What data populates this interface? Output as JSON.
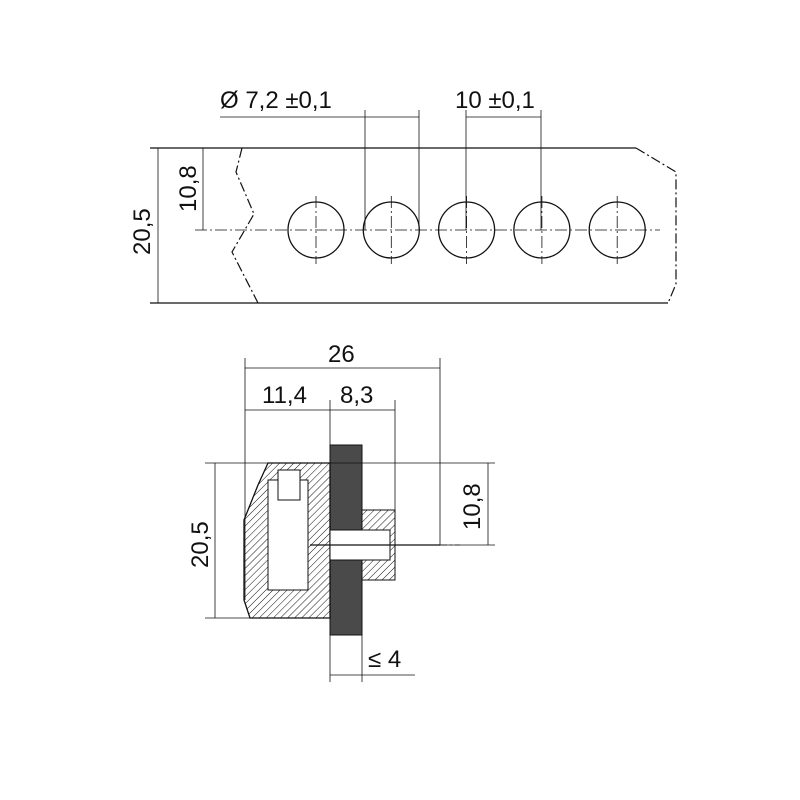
{
  "strip_view": {
    "hole_diameter_label": "Ø 7,2 ±0,1",
    "pitch_label": "10 ±0,1",
    "center_height_label": "10,8",
    "strip_width_label": "20,5",
    "hole_count": 5
  },
  "side_view": {
    "overall_length_label": "26",
    "body_length_label": "11,4",
    "thread_length_label": "8,3",
    "height_label": "20,5",
    "pin_height_label": "10,8",
    "panel_thickness_label": "≤ 4"
  },
  "colors": {
    "line": "#111111",
    "panel": "#4a4a4a"
  }
}
